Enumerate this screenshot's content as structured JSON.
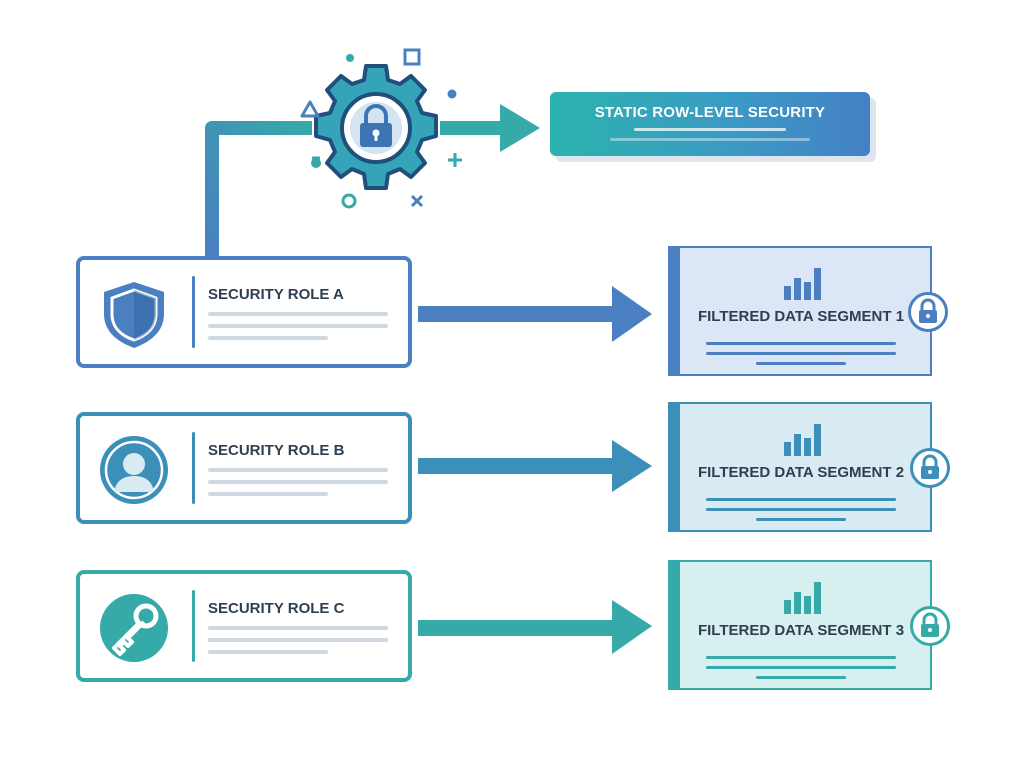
{
  "banner": {
    "title": "STATIC ROW-LEVEL SECURITY"
  },
  "hub": {
    "icon": "gear-lock-icon",
    "decorations": [
      "circle",
      "square",
      "triangle",
      "plus",
      "ring",
      "cross"
    ]
  },
  "roles": [
    {
      "title": "SECURITY ROLE A",
      "icon": "shield-icon",
      "color": "#4a7fc1"
    },
    {
      "title": "SECURITY ROLE B",
      "icon": "user-icon",
      "color": "#3b8fb8"
    },
    {
      "title": "SECURITY ROLE C",
      "icon": "key-icon",
      "color": "#35aaa9"
    }
  ],
  "segments": [
    {
      "title": "FILTERED DATA SEGMENT 1",
      "icon": "bar-chart-icon",
      "badge_icon": "lock-icon",
      "color": "#4a7fc1",
      "fill": "#dbe6f6"
    },
    {
      "title": "FILTERED DATA SEGMENT 2",
      "icon": "bar-chart-icon",
      "badge_icon": "lock-icon",
      "color": "#3b8fb8",
      "fill": "#d8ebf3"
    },
    {
      "title": "FILTERED DATA SEGMENT 3",
      "icon": "bar-chart-icon",
      "badge_icon": "lock-icon",
      "color": "#35aaa9",
      "fill": "#d6f0ef"
    }
  ],
  "colors": {
    "primary_blue": "#4a7fc1",
    "teal": "#35aaa9",
    "dark_text": "#2f3f52"
  }
}
